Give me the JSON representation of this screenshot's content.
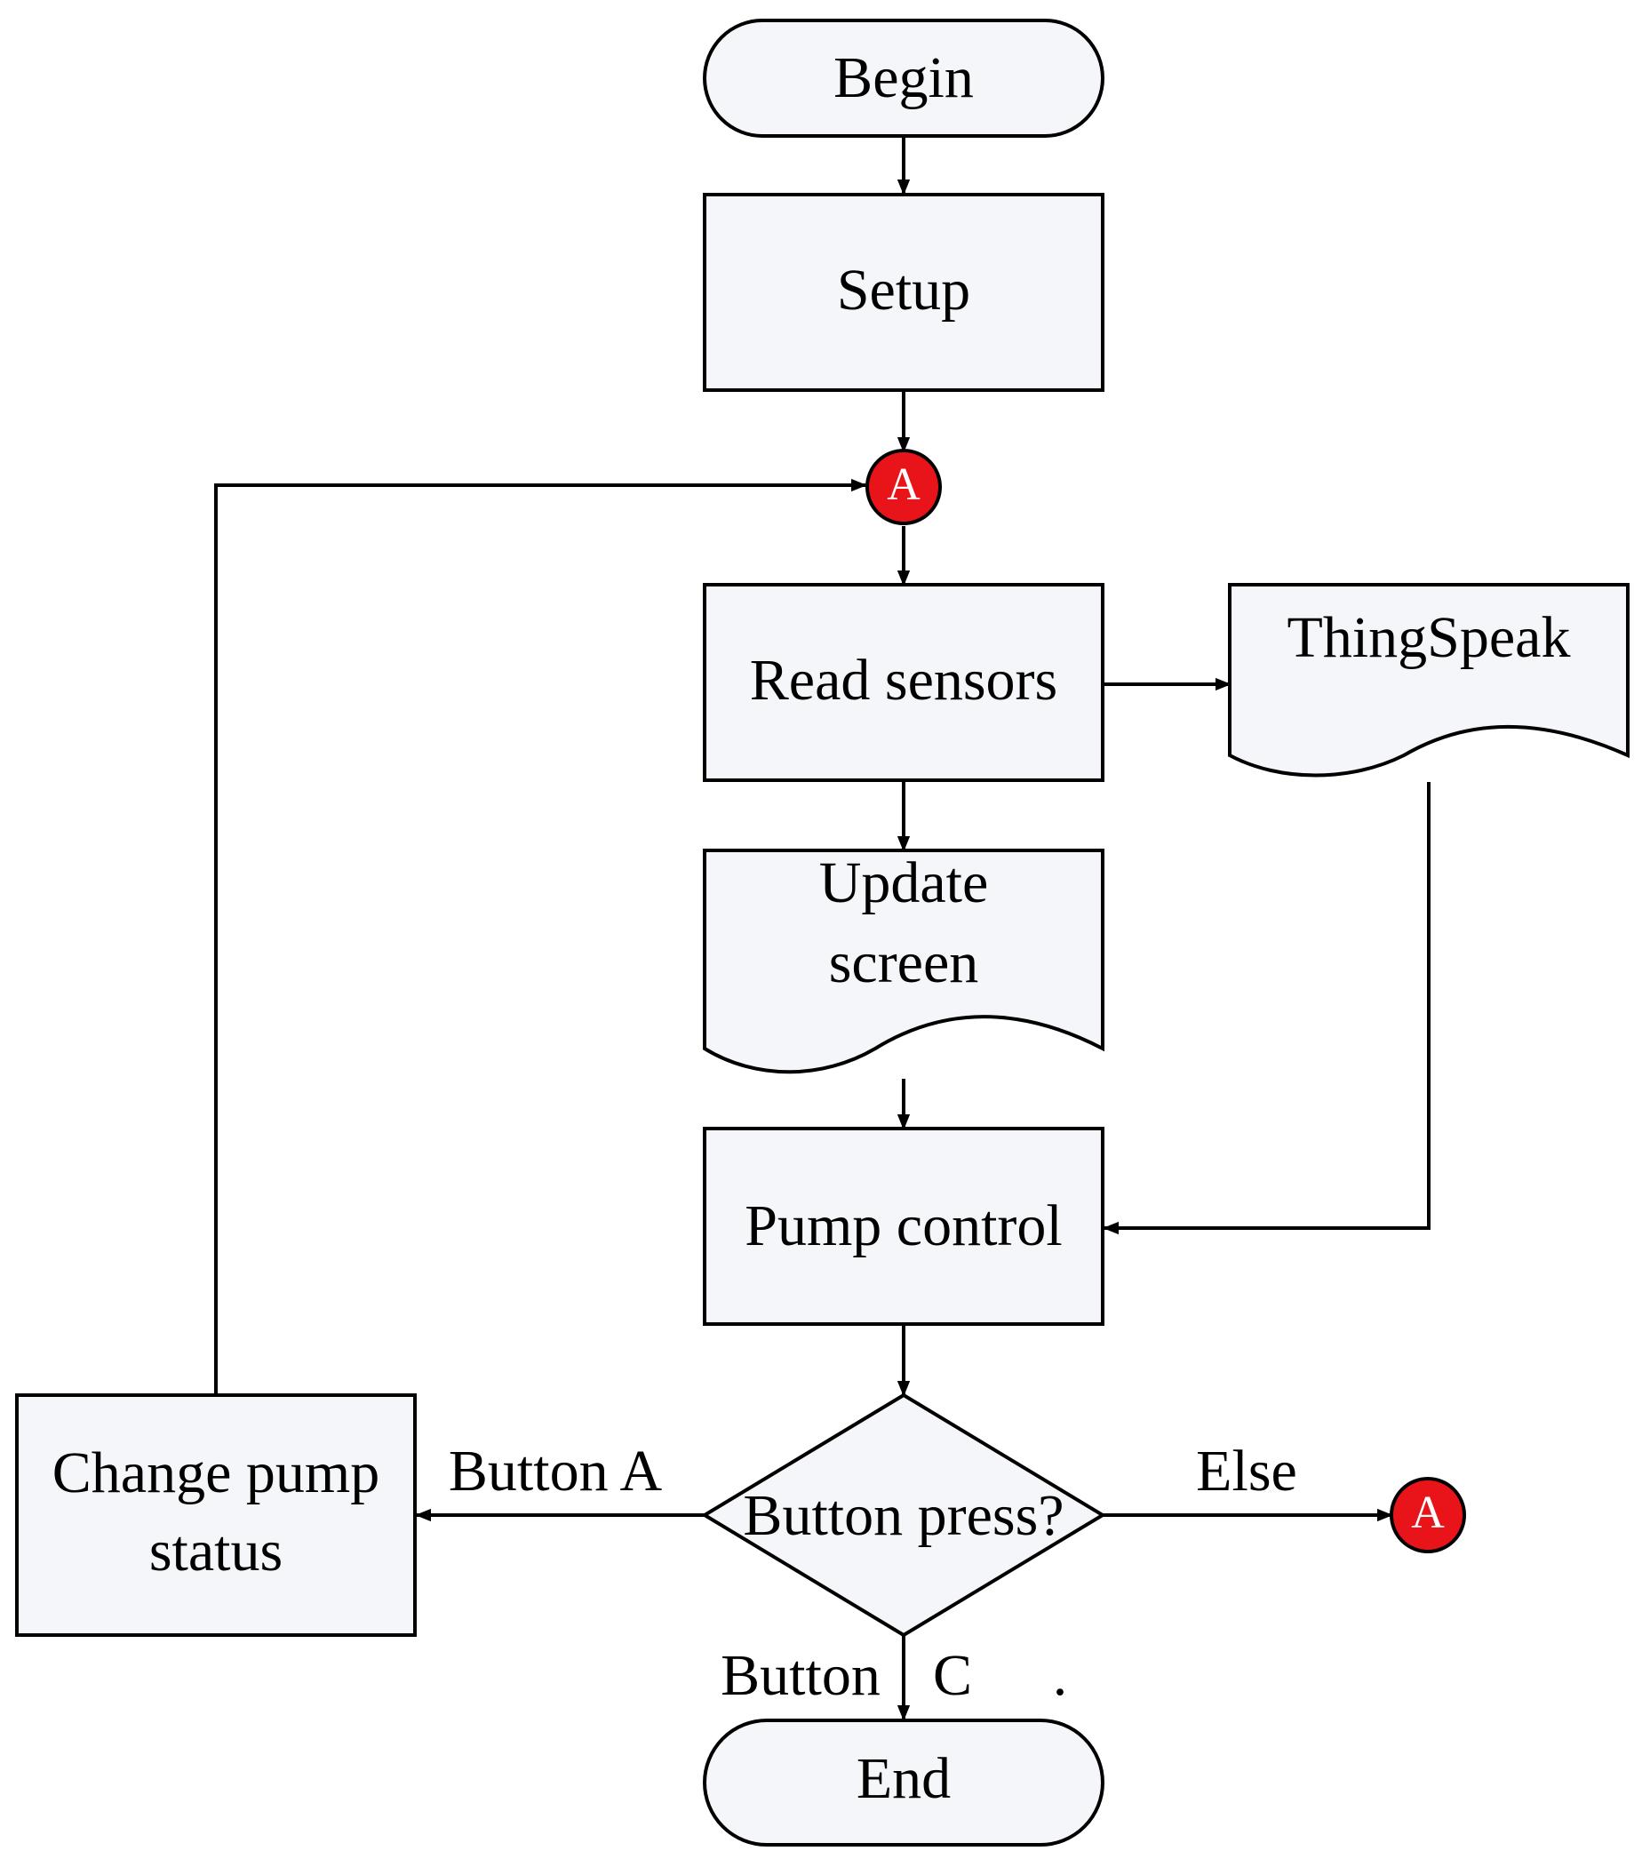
{
  "nodes": {
    "begin": "Begin",
    "setup": "Setup",
    "read_sensors": "Read sensors",
    "thingspeak": "ThingSpeak",
    "update_screen_line1": "Update",
    "update_screen_line2": "screen",
    "pump_control": "Pump control",
    "decision": "Button press?",
    "change_pump_line1": "Change pump",
    "change_pump_line2": "status",
    "end": "End"
  },
  "connectors": {
    "top": "A",
    "right": "A"
  },
  "edge_labels": {
    "button_a": "Button A",
    "else": "Else",
    "button_c_word": "Button",
    "button_c_letter": "C",
    "stray_dot": "."
  },
  "colors": {
    "shape_fill": "#f5f6f9",
    "connector_fill": "#e8141a",
    "stroke": "#000000"
  }
}
